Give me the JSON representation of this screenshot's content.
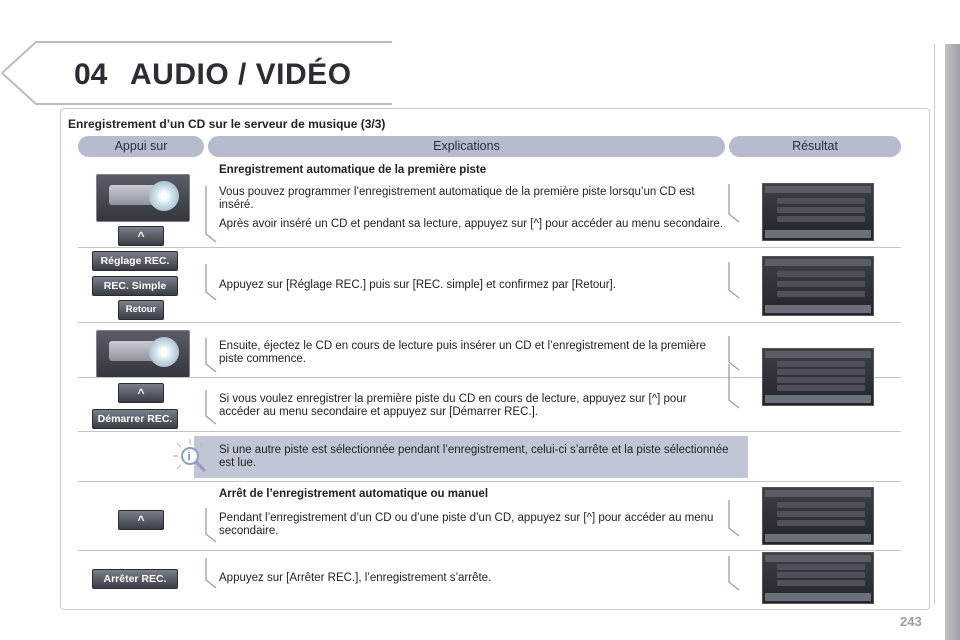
{
  "chapter": {
    "number": "04",
    "title": "AUDIO / VIDÉO"
  },
  "section_title": "Enregistrement d’un CD sur le serveur de musique (3/3)",
  "columns": {
    "press": "Appui sur",
    "explanations": "Explications",
    "result": "Résultat"
  },
  "auto": {
    "title": "Enregistrement automatique de la première piste",
    "p1": "Vous pouvez programmer l’enregistrement automatique de la première piste lorsqu’un CD est inséré.",
    "p2": "Après avoir inséré un CD et pendant sa lecture, appuyez sur [^] pour accéder au menu secondaire.",
    "p3": "Appuyez sur [Réglage REC.] puis sur [REC. simple] et confirmez par [Retour].",
    "p4": "Ensuite, éjectez le CD en cours de lecture puis insérer un CD et l’enregistrement de la première piste commence.",
    "p5": "Si vous voulez enregistrer la première piste du CD en cours de lecture, appuyez sur [^] pour accéder au menu secondaire et appuyez sur [Démarrer REC.]."
  },
  "tip": "Si une autre piste est sélectionnée pendant l’enregistrement, celui-ci s’arrête et la piste sélectionnée est lue.",
  "stop": {
    "title": "Arrêt de l’enregistrement automatique ou manuel",
    "p1": "Pendant l’enregistrement d’un CD ou d’une piste d’un CD, appuyez sur [^] pour accéder au menu secondaire.",
    "p2": "Appuyez sur [Arrêter REC.], l’enregistrement s’arrête."
  },
  "buttons": {
    "caret": "^",
    "reglage_rec": "Réglage REC.",
    "rec_simple": "REC. Simple",
    "retour": "Retour",
    "demarrer_rec": "Démarrer REC.",
    "arreter_rec": "Arrêter REC."
  },
  "page_number": "243"
}
